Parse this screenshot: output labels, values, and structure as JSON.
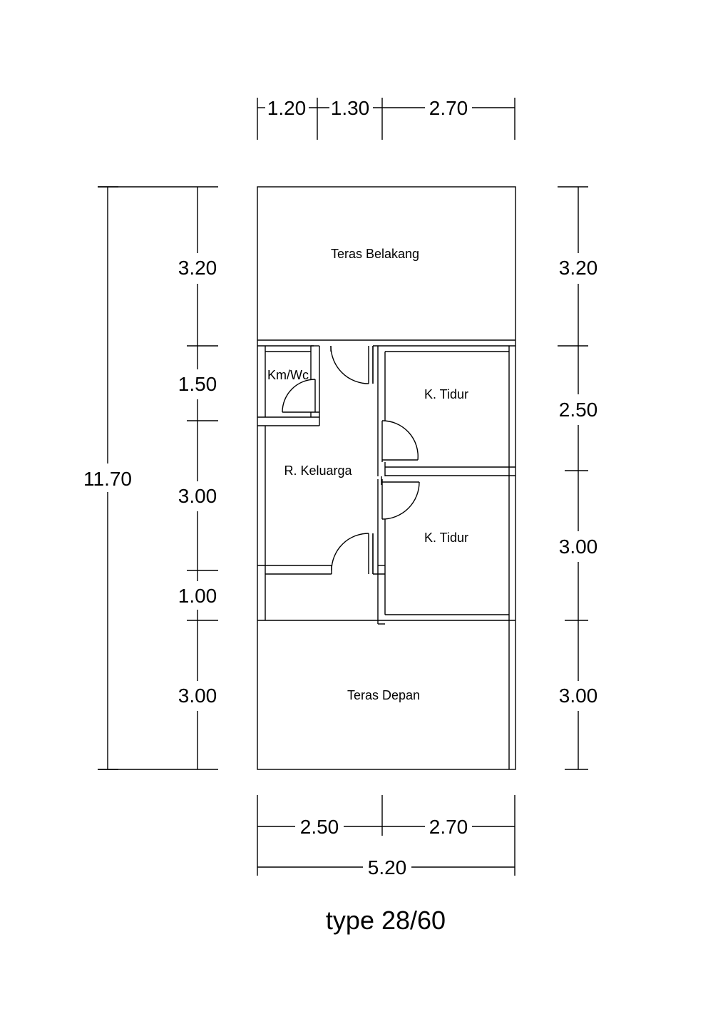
{
  "plan": {
    "title": "type 28/60",
    "rooms": {
      "teras_belakang": "Teras Belakang",
      "km_wc": "Km/Wc",
      "k_tidur_1": "K. Tidur",
      "r_keluarga": "R. Keluarga",
      "k_tidur_2": "K. Tidur",
      "teras_depan": "Teras Depan"
    },
    "dimensions": {
      "top": [
        "1.20",
        "1.30",
        "2.70"
      ],
      "bottom": [
        "2.50",
        "2.70"
      ],
      "bottom_total": "5.20",
      "left_total": "11.70",
      "left": [
        "3.20",
        "1.50",
        "3.00",
        "1.00",
        "3.00"
      ],
      "right": [
        "3.20",
        "2.50",
        "3.00",
        "3.00"
      ]
    }
  }
}
